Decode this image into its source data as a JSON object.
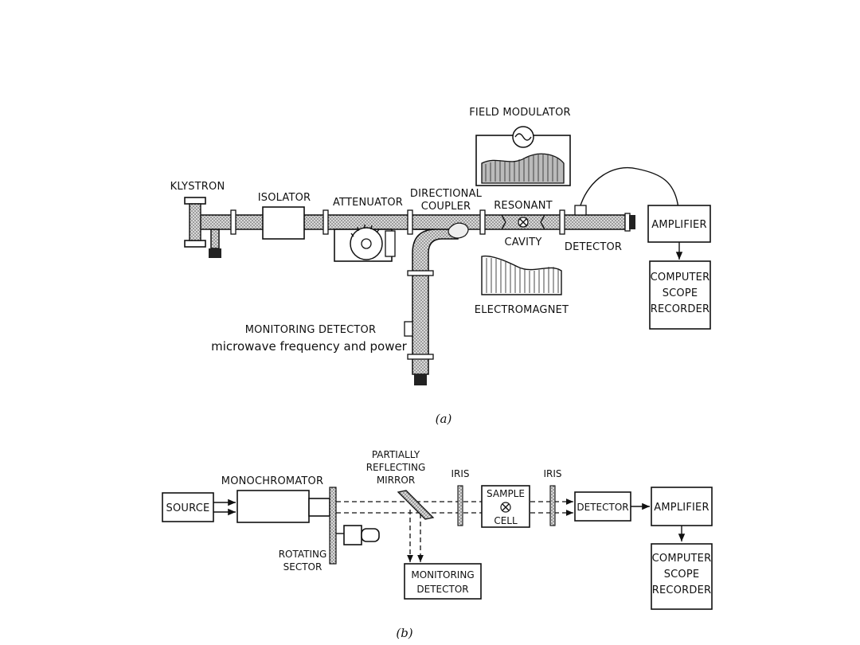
{
  "diagram_a": {
    "field_modulator": "FIELD MODULATOR",
    "klystron": "KLYSTRON",
    "isolator": "ISOLATOR",
    "attenuator": "ATTENUATOR",
    "directional_coupler_1": "DIRECTIONAL",
    "directional_coupler_2": "COUPLER",
    "resonant": "RESONANT",
    "cavity": "CAVITY",
    "detector": "DETECTOR",
    "amplifier": "AMPLIFIER",
    "recorder_1": "COMPUTER",
    "recorder_2": "SCOPE",
    "recorder_3": "RECORDER",
    "electromagnet": "ELECTROMAGNET",
    "monitoring_1": "MONITORING DETECTOR",
    "monitoring_2": "microwave  frequency and power",
    "caption": "(a)"
  },
  "diagram_b": {
    "source": "SOURCE",
    "monochromator": "MONOCHROMATOR",
    "mirror_1": "PARTIALLY",
    "mirror_2": "REFLECTING",
    "mirror_3": "MIRROR",
    "iris_1": "IRIS",
    "iris_2": "IRIS",
    "sample_1": "SAMPLE",
    "sample_2": "CELL",
    "detector": "DETECTOR",
    "amplifier": "AMPLIFIER",
    "recorder_1": "COMPUTER",
    "recorder_2": "SCOPE",
    "recorder_3": "RECORDER",
    "rotating_1": "ROTATING",
    "rotating_2": "SECTOR",
    "monitor_1": "MONITORING",
    "monitor_2": "DETECTOR",
    "caption": "(b)"
  }
}
